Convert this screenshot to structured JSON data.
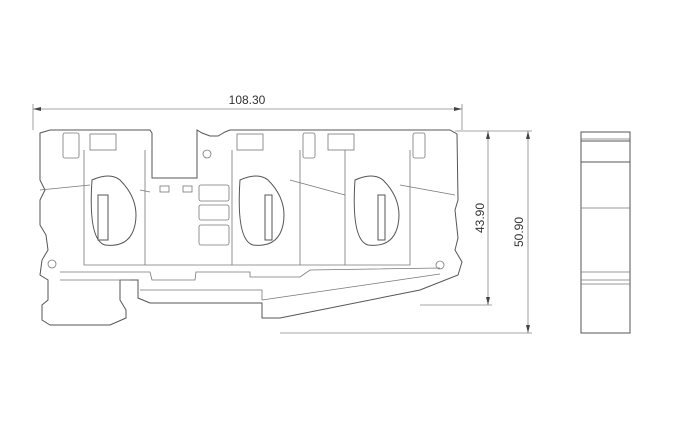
{
  "drawing": {
    "dimensions": {
      "width": "108.30",
      "height_inner": "43.90",
      "height_total": "50.90"
    }
  }
}
